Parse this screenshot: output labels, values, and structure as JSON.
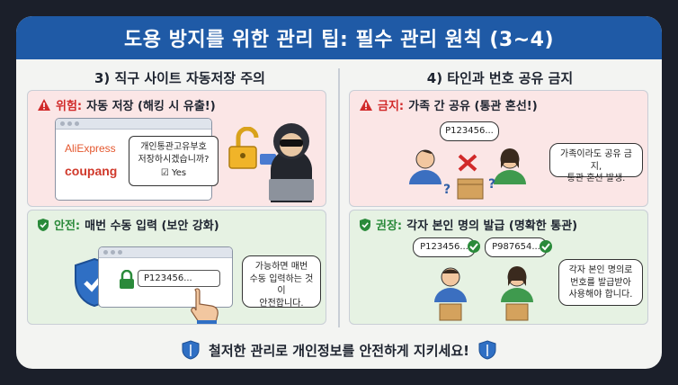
{
  "title": "도용 방지를 위한 관리 팁: 필수 관리 원칙 (3~4)",
  "left": {
    "heading": "3) 직구 사이트 자동저장 주의",
    "danger": {
      "tag": "위험:",
      "text": "자동 저장 (해킹 시 유출!)",
      "brand1": "AliExpress",
      "brand2": "coupang",
      "popup_line1": "개인통관고유부호",
      "popup_line2": "저장하시겠습니까?",
      "popup_yes": "Yes"
    },
    "safe": {
      "tag": "안전:",
      "text": "매번 수동 입력 (보안 강화)",
      "field_value": "P123456...",
      "bubble_line1": "가능하면 매번",
      "bubble_line2": "수동 입력하는 것이",
      "bubble_line3": "안전합니다."
    }
  },
  "right": {
    "heading": "4) 타인과 번호 공유 금지",
    "ban": {
      "tag": "금지:",
      "text": "가족 간 공유 (통관 혼선!)",
      "code_bubble": "P123456...",
      "bubble_line1": "가족이라도 공유 금지,",
      "bubble_line2": "통관 혼선 발생."
    },
    "recommend": {
      "tag": "권장:",
      "text": "각자 본인 명의 발급 (명확한 통관)",
      "code1": "P123456...",
      "code2": "P987654...",
      "bubble_line1": "각자 본인 명의로",
      "bubble_line2": "번호를 발급받아",
      "bubble_line3": "사용해야 합니다."
    }
  },
  "footer": "철저한 관리로 개인정보를 안전하게 지키세요!",
  "colors": {
    "title_bg": "#1f5aa6",
    "danger": "#d12a2a",
    "safe": "#2a8a3a",
    "shield": "#2f6fc4"
  }
}
